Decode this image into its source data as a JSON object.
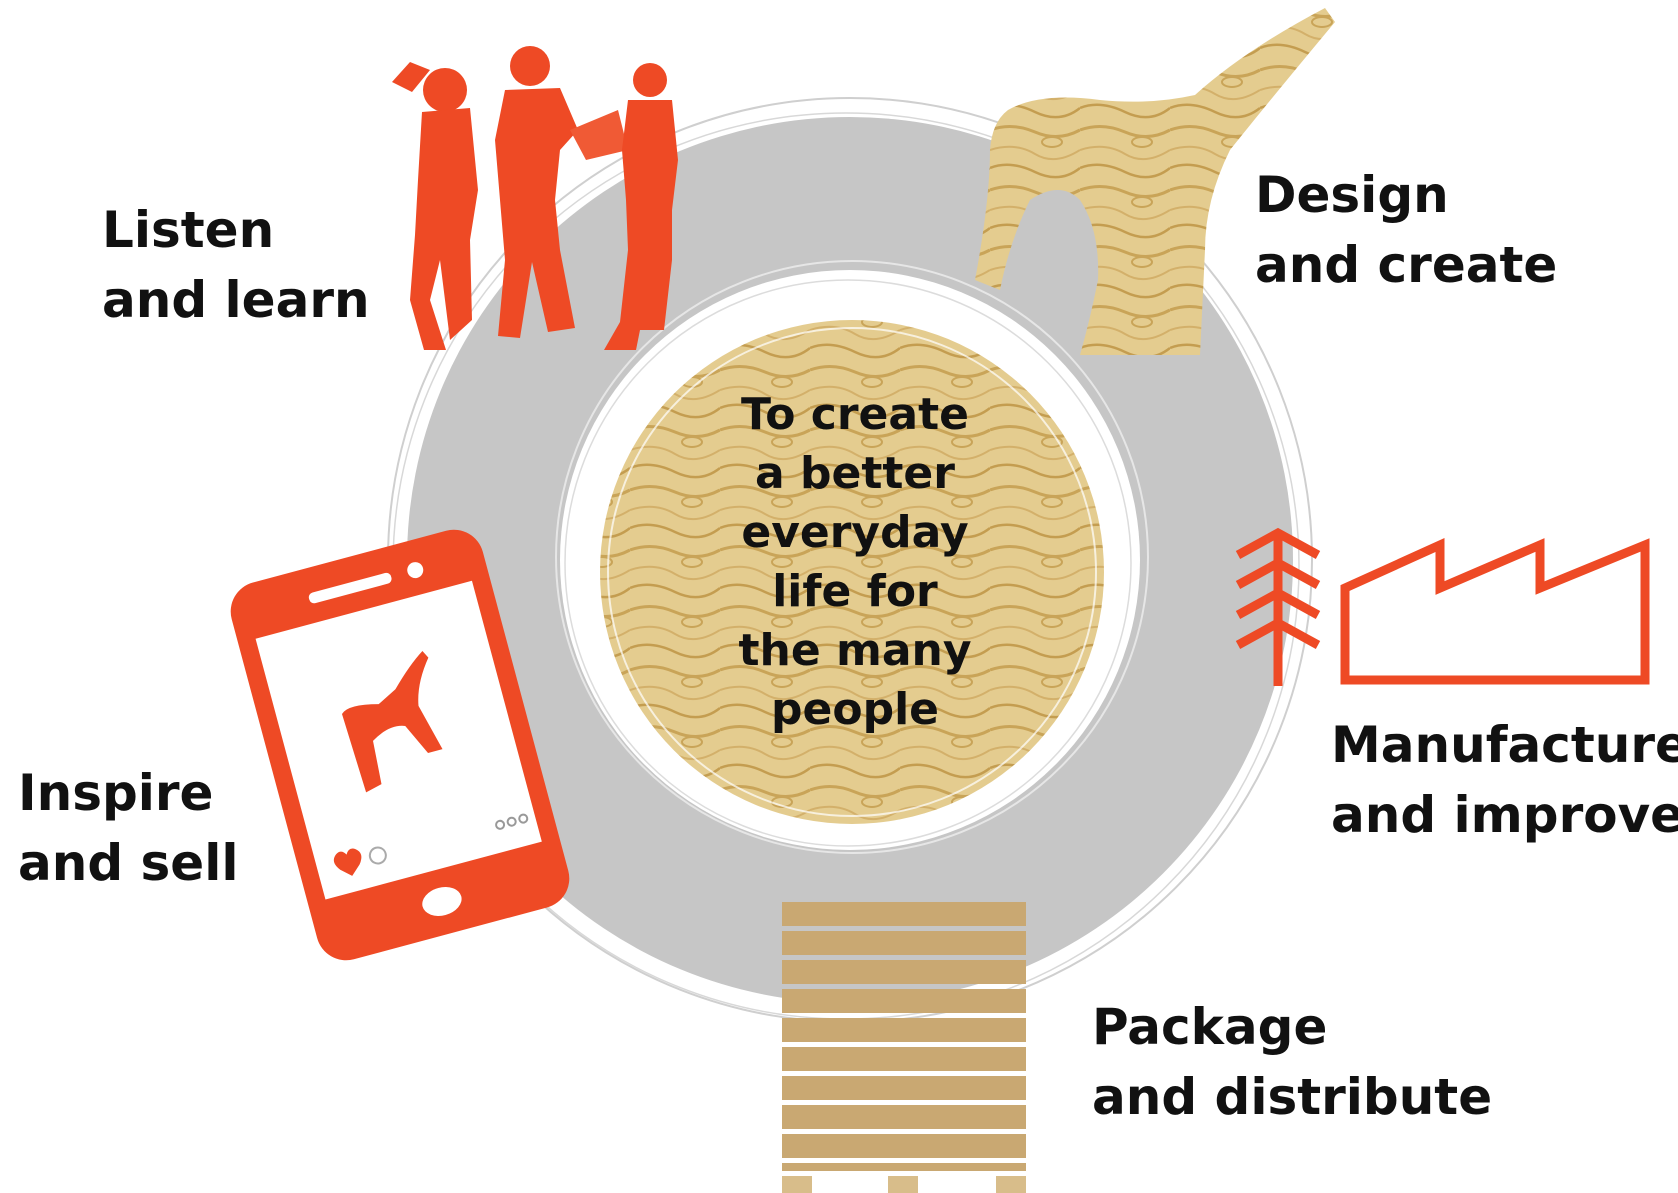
{
  "center": {
    "lines": [
      "To create",
      "a better",
      "everyday",
      "life for",
      "the many",
      "people"
    ]
  },
  "stages": {
    "listen": {
      "line1": "Listen",
      "line2": "and learn"
    },
    "design": {
      "line1": "Design",
      "line2": "and create"
    },
    "manufacture": {
      "line1": "Manufacture",
      "line2": "and improve"
    },
    "package": {
      "line1": "Package",
      "line2": "and distribute"
    },
    "inspire": {
      "line1": "Inspire",
      "line2": "and sell"
    }
  },
  "colors": {
    "accent": "#ee4a25",
    "ring": "#c8c8c8",
    "wood": "#e2c98a",
    "wood_grain": "#c9a458",
    "cardboard": "#c7a570",
    "text": "#111111"
  },
  "icons": {
    "listen": "people-silhouette-icon",
    "design": "plywood-chair-icon",
    "manufacture": "factory-with-tree-icon",
    "package": "flat-pack-pallet-icon",
    "inspire": "smartphone-icon"
  }
}
